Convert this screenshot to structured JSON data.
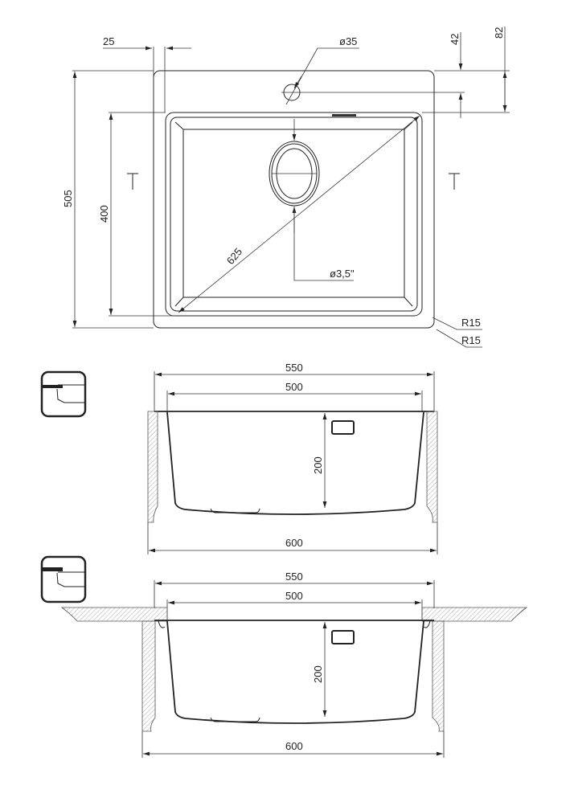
{
  "top_view": {
    "width_offset": "25",
    "tap_hole": "ø35",
    "dim_42": "42",
    "dim_82": "82",
    "height_total": "505",
    "bowl_height": "400",
    "diagonal": "625",
    "drain": "ø3,5\"",
    "radius_inner": "R15",
    "radius_outer": "R15"
  },
  "section_undermount": {
    "width_550": "550",
    "width_500": "500",
    "depth": "200",
    "cabinet_600": "600"
  },
  "section_flush": {
    "width_550": "550",
    "width_500": "500",
    "depth": "200",
    "cabinet_600": "600"
  }
}
